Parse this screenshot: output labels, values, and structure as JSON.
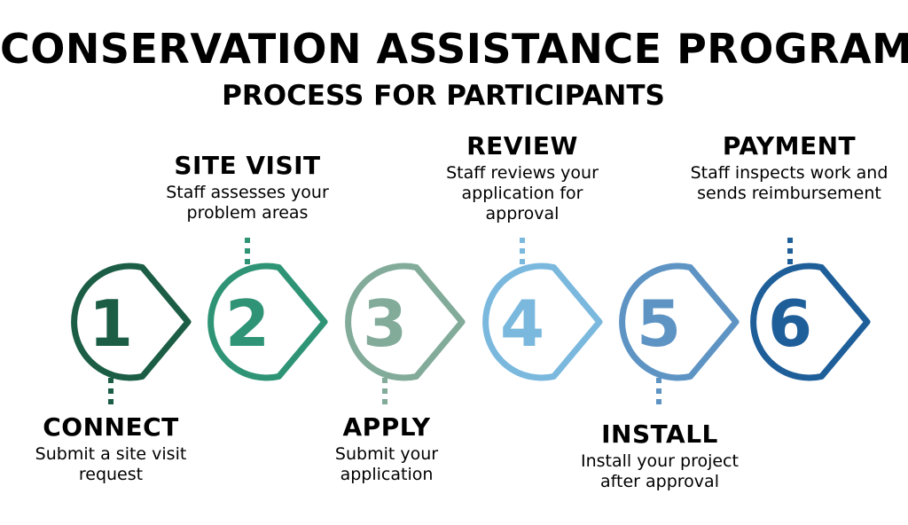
{
  "header": {
    "title": "CONSERVATION ASSISTANCE PROGRAM",
    "subtitle": "PROCESS FOR PARTICIPANTS"
  },
  "steps": [
    {
      "number": "1",
      "title": "CONNECT",
      "description": "Submit a site visit request",
      "color": "#1b5e45"
    },
    {
      "number": "2",
      "title": "SITE VISIT",
      "description": "Staff assesses your problem areas",
      "color": "#2e9475"
    },
    {
      "number": "3",
      "title": "APPLY",
      "description": "Submit your application",
      "color": "#82ab9a"
    },
    {
      "number": "4",
      "title": "REVIEW",
      "description": "Staff reviews your application for approval",
      "color": "#7ab8de"
    },
    {
      "number": "5",
      "title": "INSTALL",
      "description": "Install your project after approval",
      "color": "#5e94c4"
    },
    {
      "number": "6",
      "title": "PAYMENT",
      "description": "Staff inspects work and sends reimbursement",
      "color": "#1f5f99"
    }
  ]
}
